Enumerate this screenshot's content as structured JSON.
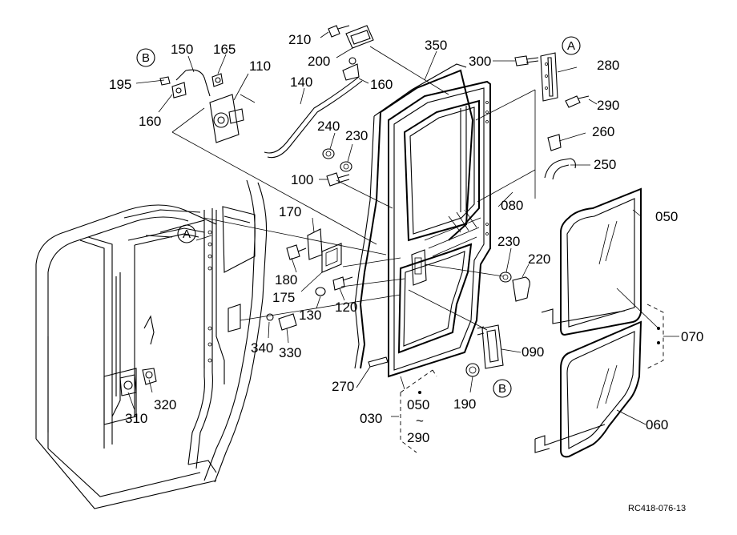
{
  "diagram": {
    "part_labels": {
      "p210": "210",
      "p200": "200",
      "p350": "350",
      "p300": "300",
      "p280": "280",
      "p290": "290",
      "p150": "150",
      "p165": "165",
      "p110": "110",
      "p195": "195",
      "p160a": "160",
      "p160b": "160",
      "p140": "140",
      "p240": "240",
      "p230a": "230",
      "p260": "260",
      "p250": "250",
      "p100": "100",
      "p080": "080",
      "p050": "050",
      "p170": "170",
      "p230b": "230",
      "p220": "220",
      "p180": "180",
      "p175": "175",
      "p120": "120",
      "p130": "130",
      "p340": "340",
      "p330": "330",
      "p070": "070",
      "p090": "090",
      "p270": "270",
      "p190": "190",
      "p310": "310",
      "p320": "320",
      "p030": "030",
      "p050r": "050",
      "tilde": "~",
      "p290r": "290",
      "p060": "060"
    },
    "ref_markers": {
      "a1": "A",
      "a2": "A",
      "b1": "B",
      "b2": "B"
    },
    "drawing_code": "RC418-076-13"
  }
}
